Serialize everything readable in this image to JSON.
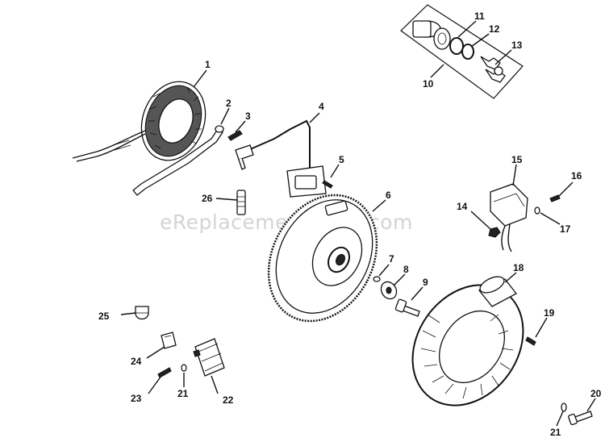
{
  "watermark": "eReplacementParts.com",
  "callouts": [
    {
      "id": "1",
      "label": "1"
    },
    {
      "id": "2",
      "label": "2"
    },
    {
      "id": "3",
      "label": "3"
    },
    {
      "id": "4",
      "label": "4"
    },
    {
      "id": "5",
      "label": "5"
    },
    {
      "id": "6",
      "label": "6"
    },
    {
      "id": "7",
      "label": "7"
    },
    {
      "id": "8",
      "label": "8"
    },
    {
      "id": "9",
      "label": "9"
    },
    {
      "id": "10",
      "label": "10"
    },
    {
      "id": "11",
      "label": "11"
    },
    {
      "id": "12",
      "label": "12"
    },
    {
      "id": "13",
      "label": "13"
    },
    {
      "id": "14",
      "label": "14"
    },
    {
      "id": "15",
      "label": "15"
    },
    {
      "id": "16",
      "label": "16"
    },
    {
      "id": "17",
      "label": "17"
    },
    {
      "id": "18",
      "label": "18"
    },
    {
      "id": "19",
      "label": "19"
    },
    {
      "id": "20",
      "label": "20"
    },
    {
      "id": "21a",
      "label": "21"
    },
    {
      "id": "21b",
      "label": "21"
    },
    {
      "id": "22",
      "label": "22"
    },
    {
      "id": "23",
      "label": "23"
    },
    {
      "id": "24",
      "label": "24"
    },
    {
      "id": "25",
      "label": "25"
    },
    {
      "id": "26",
      "label": "26"
    }
  ]
}
